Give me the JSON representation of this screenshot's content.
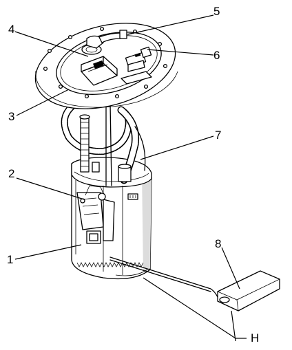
{
  "figure": {
    "callouts": [
      {
        "id": "c1",
        "label": "1"
      },
      {
        "id": "c2",
        "label": "2"
      },
      {
        "id": "c3",
        "label": "3"
      },
      {
        "id": "c4",
        "label": "4"
      },
      {
        "id": "c5",
        "label": "5"
      },
      {
        "id": "c6",
        "label": "6"
      },
      {
        "id": "c7",
        "label": "7"
      },
      {
        "id": "c8",
        "label": "8"
      },
      {
        "id": "cH",
        "label": "H"
      }
    ]
  }
}
